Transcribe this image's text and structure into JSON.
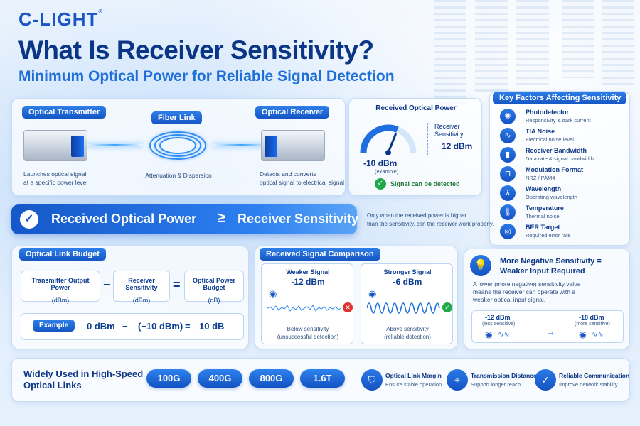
{
  "brand": {
    "logo": "C-LIGHT",
    "reg": "®"
  },
  "header": {
    "title": "What Is Receiver Sensitivity?",
    "subtitle": "Minimum Optical Power for Reliable Signal Detection"
  },
  "link": {
    "transmitter": {
      "label": "Optical Transmitter",
      "desc1": "Launches optical signal",
      "desc2": "at a specific power level"
    },
    "fiber": {
      "label": "Fiber Link",
      "desc": "Attenuation & Dispersion"
    },
    "receiver": {
      "label": "Optical Receiver",
      "desc1": "Detects and converts",
      "desc2": "optical signal to electrical signal"
    }
  },
  "gauge": {
    "title": "Received Optical Power",
    "value": "-10 dBm",
    "example": "(example)",
    "sens_label1": "Receiver",
    "sens_label2": "Sensitivity",
    "sens_value": "12 dBm",
    "status": "Signal can be detected",
    "level": 0.62
  },
  "formula": {
    "left": "Received Optical Power",
    "op": "≥",
    "right": "Receiver Sensitivity",
    "note1": "Only when the received power is higher",
    "note2": "than the sensitivity, can the receiver work properly."
  },
  "factors": {
    "title": "Key Factors Affecting Sensitivity",
    "items": [
      {
        "icon": "photodetector-icon",
        "glyph": "✺",
        "title": "Photodetector",
        "sub": "Responsivity & dark current"
      },
      {
        "icon": "tia-noise-icon",
        "glyph": "∿",
        "title": "TIA Noise",
        "sub": "Electrical noise level"
      },
      {
        "icon": "bandwidth-icon",
        "glyph": "▮",
        "title": "Receiver Bandwidth",
        "sub": "Data rate & signal bandwidth"
      },
      {
        "icon": "modulation-icon",
        "glyph": "⊓",
        "title": "Modulation Format",
        "sub": "NRZ / PAM4"
      },
      {
        "icon": "wavelength-icon",
        "glyph": "λ",
        "title": "Wavelength",
        "sub": "Operating wavelength"
      },
      {
        "icon": "temperature-icon",
        "glyph": "🌡",
        "title": "Temperature",
        "sub": "Thermal noise"
      },
      {
        "icon": "ber-target-icon",
        "glyph": "◎",
        "title": "BER Target",
        "sub": "Required error rate"
      }
    ]
  },
  "budget": {
    "title": "Optical Link Budget",
    "tx": "Transmitter Output Power",
    "tx_unit": "(dBm)",
    "minus": "−",
    "sens": "Receiver Sensitivity",
    "sens_unit": "(dBm)",
    "eq": "=",
    "pb": "Optical Power Budget",
    "pb_unit": "(dB)",
    "example_label": "Example",
    "ex_a": "0 dBm",
    "ex_minus": "−",
    "ex_b": "(−10 dBm)",
    "ex_eq": "=",
    "ex_result": "10 dB"
  },
  "comparison": {
    "title": "Received Signal Comparison",
    "weak": {
      "title": "Weaker Signal",
      "value": "-12 dBm",
      "note1": "Below sensitivity",
      "note2": "(unsuccessful detection)"
    },
    "strong": {
      "title": "Stronger Signal",
      "value": "-6 dBm",
      "note1": "Above sensitivity",
      "note2": "(reliable detection)"
    }
  },
  "negative": {
    "title1": "More Negative Sensitivity =",
    "title2": "Weaker Input Required",
    "body1": "A lower (more negative) sensitivity value",
    "body2": "means the receiver can operate with a",
    "body3": "weaker optical input signal.",
    "left_value": "-12 dBm",
    "left_note": "(less sensitive)",
    "right_value": "-18 dBm",
    "right_note": "(more sensitive)"
  },
  "footer": {
    "title1": "Widely Used in High-Speed",
    "title2": "Optical Links",
    "rates": [
      "100G",
      "400G",
      "800G",
      "1.6T"
    ],
    "benefits": [
      {
        "icon": "shield-icon",
        "glyph": "⛉",
        "title": "Optical Link Margin",
        "sub": "Ensure stable operation"
      },
      {
        "icon": "location-icon",
        "glyph": "⌖",
        "title": "Transmission Distance",
        "sub": "Support longer reach"
      },
      {
        "icon": "check-shield-icon",
        "glyph": "✓",
        "title": "Reliable Communication",
        "sub": "Improve network stability"
      }
    ]
  },
  "colors": {
    "primary": "#1556c4",
    "accent": "#2f8cf3",
    "navy": "#0b3685",
    "good": "#1ea84a",
    "bad": "#e03131"
  }
}
